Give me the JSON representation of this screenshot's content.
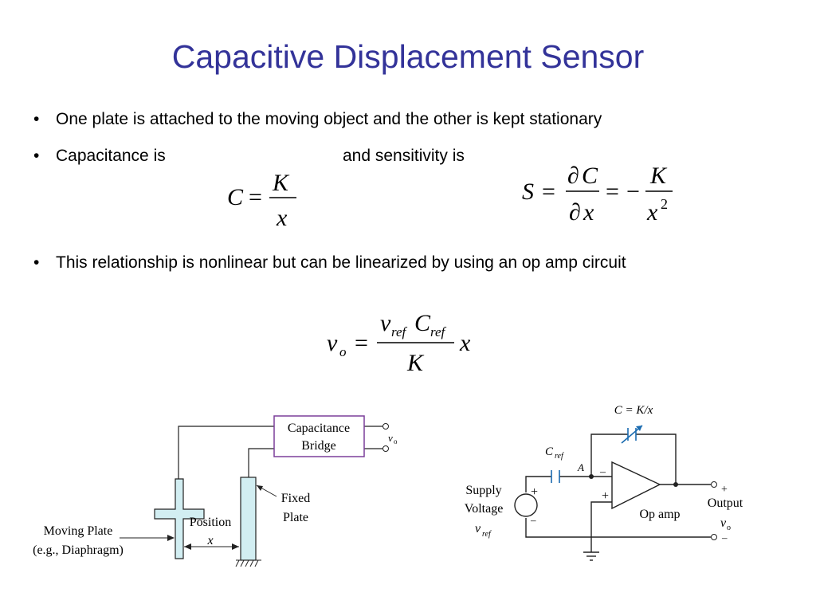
{
  "title": "Capacitive Displacement Sensor",
  "bullets": [
    "One plate is attached to the moving object and the other is kept stationary",
    "Capacitance is",
    "and sensitivity is",
    "This relationship is nonlinear but can be linearized by using an op amp circuit"
  ],
  "equations": {
    "capacitance": {
      "lhs": "C",
      "num": "K",
      "den": "x"
    },
    "sensitivity": {
      "lhs": "S",
      "d": "∂",
      "C": "C",
      "x": "x",
      "K": "K",
      "sq": "2"
    },
    "output": {
      "v": "v",
      "o": "o",
      "ref": "ref",
      "C": "C",
      "K": "K",
      "x": "x"
    }
  },
  "left_diagram": {
    "box_line1": "Capacitance",
    "box_line2": "Bridge",
    "out_v": "v",
    "out_sub": "o",
    "fixed1": "Fixed",
    "fixed2": "Plate",
    "position": "Position",
    "pos_x": "x",
    "moving1": "Moving Plate",
    "moving2": "(e.g., Diaphragm)",
    "box_color": "#7b3f9a"
  },
  "right_diagram": {
    "c_label": "C = K/x",
    "cref_c": "C",
    "cref_sub": "ref",
    "node_a": "A",
    "supply1": "Supply",
    "supply2": "Voltage",
    "vref_v": "v",
    "vref_sub": "ref",
    "opamp": "Op amp",
    "output": "Output",
    "vo_v": "v",
    "vo_sub": "o",
    "plus": "+",
    "minus": "–",
    "cap_color": "#1a6bb0",
    "wire_color": "#222222"
  }
}
